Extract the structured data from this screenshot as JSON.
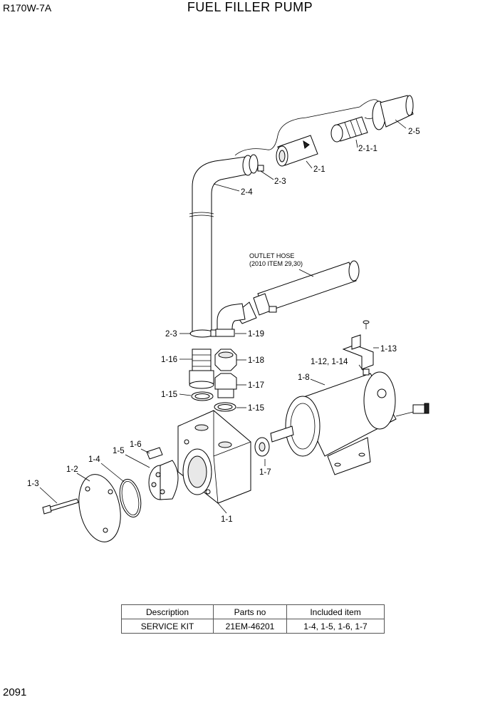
{
  "header": {
    "model": "R170W-7A",
    "title": "FUEL FILLER PUMP"
  },
  "footer": {
    "page_number": "2091"
  },
  "diagram": {
    "labels": {
      "l_2_5": "2-5",
      "l_2_1_1": "2-1-1",
      "l_2_1": "2-1",
      "l_2_3_top": "2-3",
      "l_2_4": "2-4",
      "l_2_3_bottom": "2-3",
      "l_1_19": "1-19",
      "l_1_16": "1-16",
      "l_1_18": "1-18",
      "l_1_17": "1-17",
      "l_1_15_left": "1-15",
      "l_1_15_right": "1-15",
      "l_1_13": "1-13",
      "l_1_12_14": "1-12, 1-14",
      "l_1_8": "1-8",
      "l_1_7": "1-7",
      "l_1_6": "1-6",
      "l_1_5": "1-5",
      "l_1_4": "1-4",
      "l_1_2": "1-2",
      "l_1_3": "1-3",
      "l_1_1": "1-1"
    },
    "outlet_note": {
      "line1": "OUTLET HOSE",
      "line2": "(2010 ITEM 29,30)"
    }
  },
  "kit_table": {
    "headers": [
      "Description",
      "Parts no",
      "Included item"
    ],
    "rows": [
      [
        "SERVICE KIT",
        "21EM-46201",
        "1-4, 1-5, 1-6, 1-7"
      ]
    ]
  }
}
